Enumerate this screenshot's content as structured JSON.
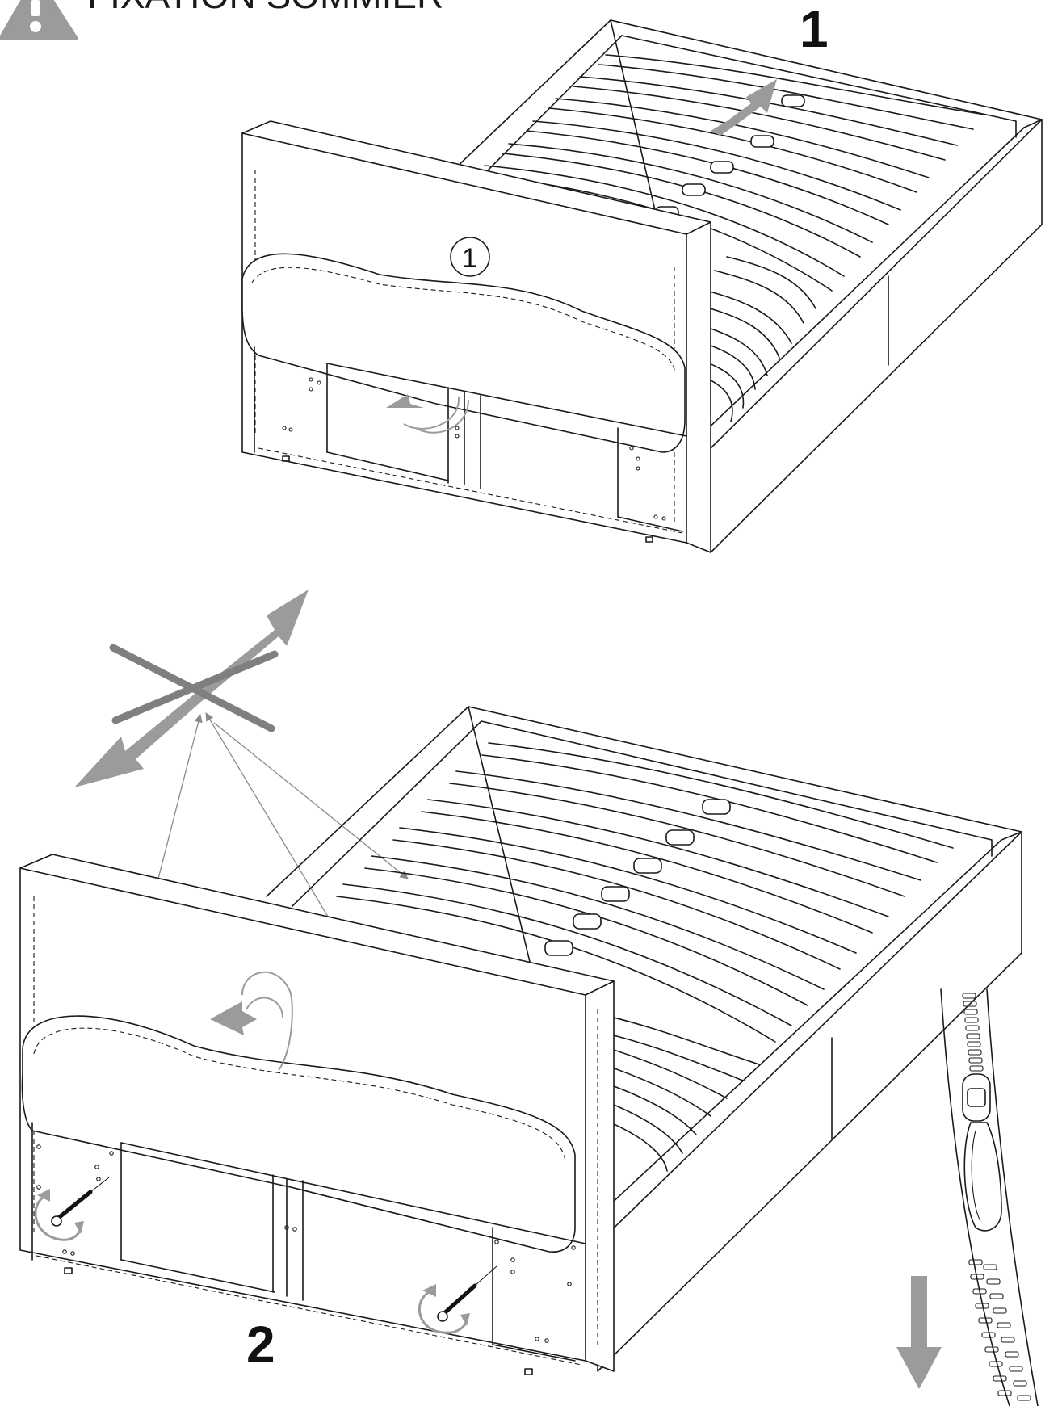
{
  "header": {
    "title": "FIXATION SOMMIER",
    "warning_icon": "warning-triangle-icon"
  },
  "steps": [
    {
      "number": "1",
      "part_callout": "1"
    },
    {
      "number": "2"
    }
  ],
  "colors": {
    "line": "#1a1a1a",
    "arrow_gray": "#9b9b9b",
    "background": "#ffffff"
  }
}
